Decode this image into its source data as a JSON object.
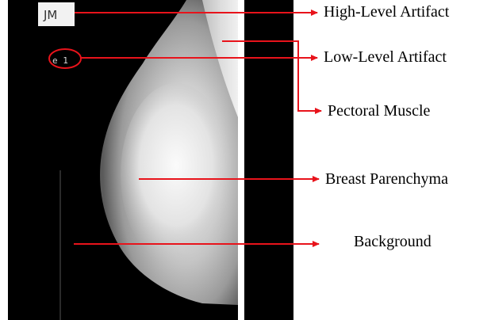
{
  "image_tag_text": "JM",
  "marker_text": "e 1",
  "labels": {
    "high_level_artifact": "High-Level Artifact",
    "low_level_artifact": "Low-Level Artifact",
    "pectoral_muscle": "Pectoral Muscle",
    "breast_parenchyma": "Breast Parenchyma",
    "background": "Background"
  },
  "colors": {
    "annotation": "#e8131b",
    "image_background": "#000000",
    "label_text": "#000000"
  }
}
